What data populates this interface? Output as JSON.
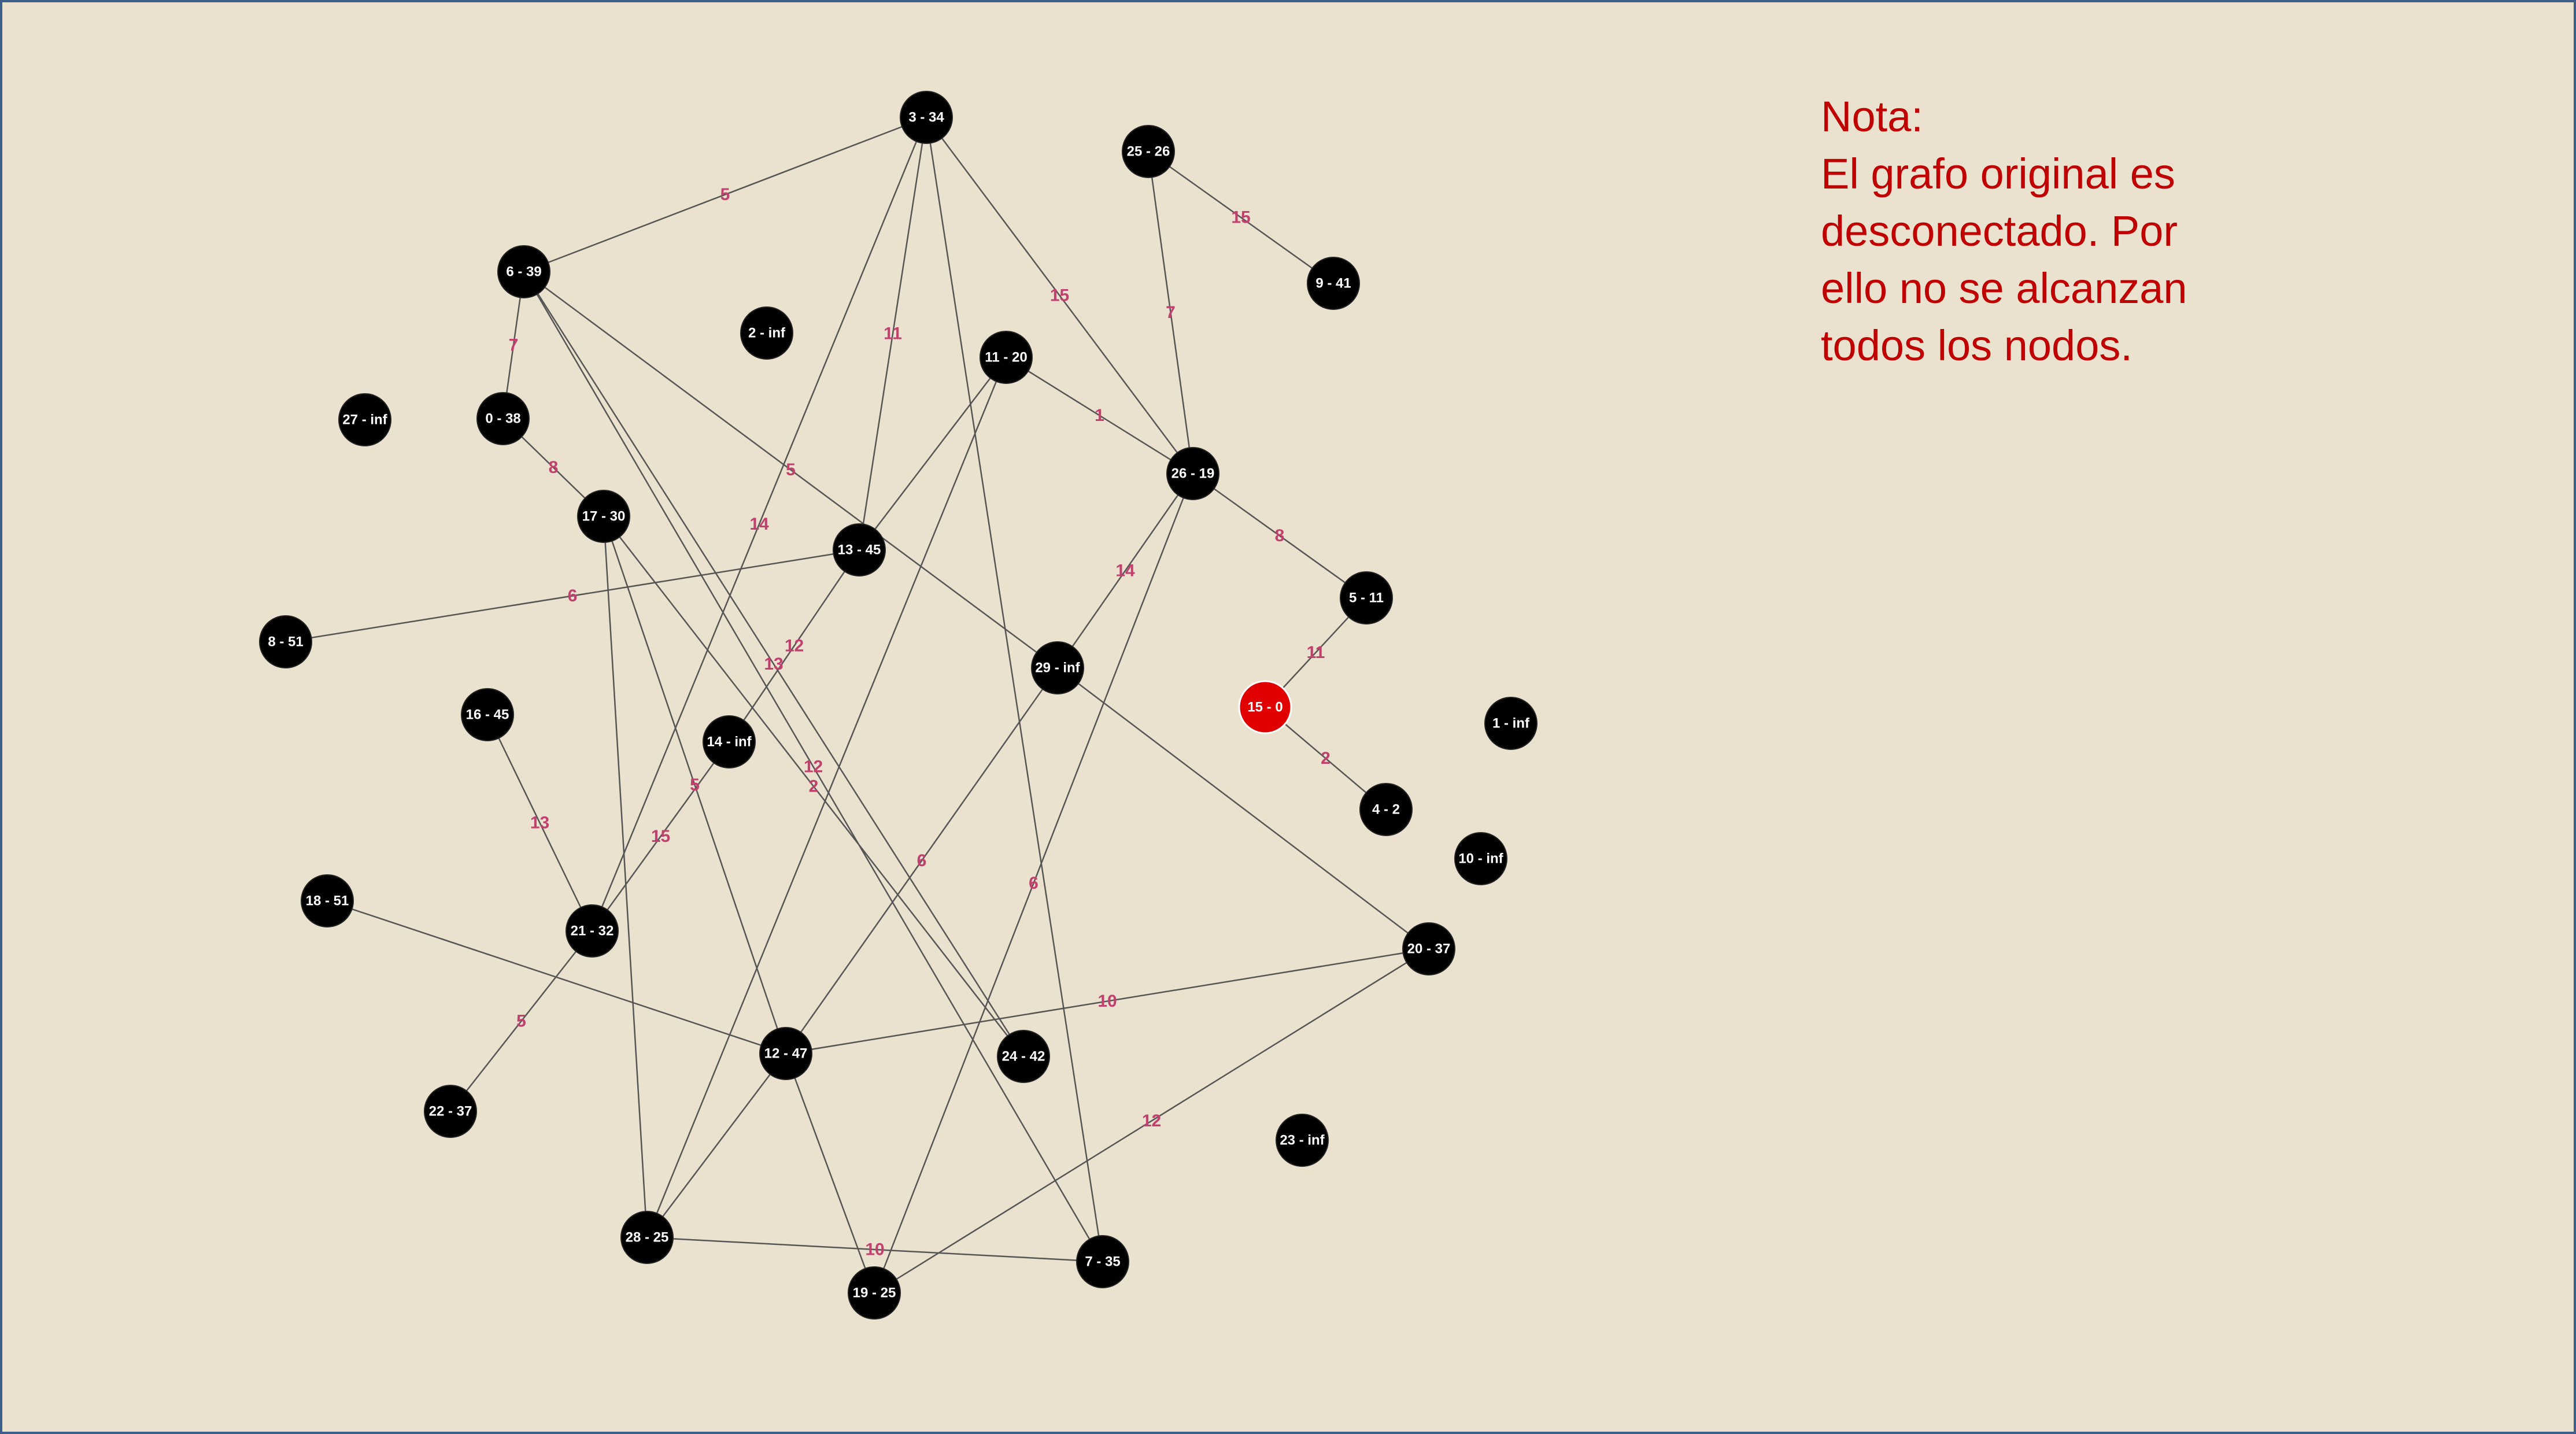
{
  "colors": {
    "background": "#EBE1CF",
    "border": "#3E5F8A",
    "node": "#000000",
    "source_node": "#E00000",
    "edge": "#555555",
    "weight_label": "#C2406E",
    "note_text": "#C00000"
  },
  "note": {
    "lines": [
      "Nota:",
      "El grafo original es",
      "desconectado. Por",
      "ello no se alcanzan",
      "todos los nodos."
    ]
  },
  "graph": {
    "source": "15",
    "nodes": [
      {
        "id": "0",
        "label": "0 - 38"
      },
      {
        "id": "1",
        "label": "1 - inf"
      },
      {
        "id": "2",
        "label": "2 - inf"
      },
      {
        "id": "3",
        "label": "3 - 34"
      },
      {
        "id": "4",
        "label": "4 - 2"
      },
      {
        "id": "5",
        "label": "5 - 11"
      },
      {
        "id": "6",
        "label": "6 - 39"
      },
      {
        "id": "7",
        "label": "7 - 35"
      },
      {
        "id": "8",
        "label": "8 - 51"
      },
      {
        "id": "9",
        "label": "9 - 41"
      },
      {
        "id": "10",
        "label": "10 - inf"
      },
      {
        "id": "11",
        "label": "11 - 20"
      },
      {
        "id": "12",
        "label": "12 - 47"
      },
      {
        "id": "13",
        "label": "13 - 45"
      },
      {
        "id": "14",
        "label": "14 - inf"
      },
      {
        "id": "15",
        "label": "15 - 0"
      },
      {
        "id": "16",
        "label": "16 - 45"
      },
      {
        "id": "17",
        "label": "17 - 30"
      },
      {
        "id": "18",
        "label": "18 - 51"
      },
      {
        "id": "19",
        "label": "19 - 25"
      },
      {
        "id": "20",
        "label": "20 - 37"
      },
      {
        "id": "21",
        "label": "21 - 32"
      },
      {
        "id": "22",
        "label": "22 - 37"
      },
      {
        "id": "23",
        "label": "23 - inf"
      },
      {
        "id": "24",
        "label": "24 - 42"
      },
      {
        "id": "25",
        "label": "25 - 26"
      },
      {
        "id": "26",
        "label": "26 - 19"
      },
      {
        "id": "27",
        "label": "27 - inf"
      },
      {
        "id": "28",
        "label": "28 - 25"
      },
      {
        "id": "29",
        "label": "29 - inf"
      }
    ],
    "edges": [
      {
        "from": "3",
        "to": "6",
        "weight": "5"
      },
      {
        "from": "3",
        "to": "13",
        "weight": "11"
      },
      {
        "from": "3",
        "to": "26",
        "weight": "15"
      },
      {
        "from": "3",
        "to": "21",
        "weight": "14"
      },
      {
        "from": "3",
        "to": "7",
        "weight": ""
      },
      {
        "from": "25",
        "to": "9",
        "weight": "15"
      },
      {
        "from": "25",
        "to": "26",
        "weight": "7"
      },
      {
        "from": "6",
        "to": "0",
        "weight": "7"
      },
      {
        "from": "6",
        "to": "29",
        "weight": "5"
      },
      {
        "from": "6",
        "to": "24",
        "weight": "13"
      },
      {
        "from": "6",
        "to": "7",
        "weight": "12"
      },
      {
        "from": "0",
        "to": "17",
        "weight": "8"
      },
      {
        "from": "11",
        "to": "26",
        "weight": "1"
      },
      {
        "from": "11",
        "to": "13",
        "weight": ""
      },
      {
        "from": "11",
        "to": "28",
        "weight": ""
      },
      {
        "from": "26",
        "to": "5",
        "weight": "8"
      },
      {
        "from": "26",
        "to": "29",
        "weight": "14"
      },
      {
        "from": "26",
        "to": "19",
        "weight": "6"
      },
      {
        "from": "5",
        "to": "15",
        "weight": "11"
      },
      {
        "from": "15",
        "to": "4",
        "weight": "2"
      },
      {
        "from": "8",
        "to": "13",
        "weight": "6"
      },
      {
        "from": "17",
        "to": "24",
        "weight": "2"
      },
      {
        "from": "17",
        "to": "12",
        "weight": "5"
      },
      {
        "from": "17",
        "to": "28",
        "weight": ""
      },
      {
        "from": "13",
        "to": "14",
        "weight": "12"
      },
      {
        "from": "14",
        "to": "21",
        "weight": "15"
      },
      {
        "from": "16",
        "to": "21",
        "weight": "13"
      },
      {
        "from": "21",
        "to": "22",
        "weight": "5"
      },
      {
        "from": "29",
        "to": "12",
        "weight": "6"
      },
      {
        "from": "29",
        "to": "20",
        "weight": ""
      },
      {
        "from": "18",
        "to": "12",
        "weight": ""
      },
      {
        "from": "12",
        "to": "20",
        "weight": "10"
      },
      {
        "from": "12",
        "to": "28",
        "weight": ""
      },
      {
        "from": "12",
        "to": "19",
        "weight": ""
      },
      {
        "from": "28",
        "to": "7",
        "weight": "10"
      },
      {
        "from": "19",
        "to": "20",
        "weight": "12"
      }
    ]
  }
}
